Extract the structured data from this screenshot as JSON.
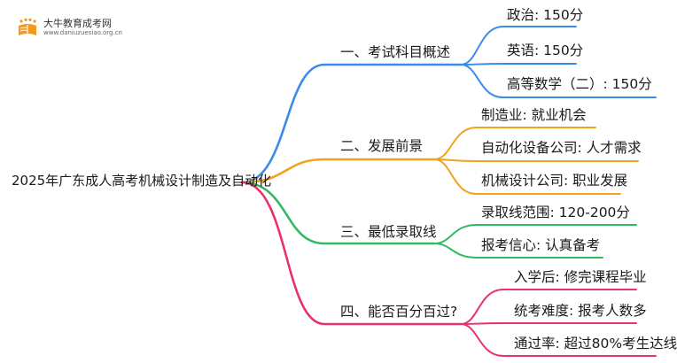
{
  "logo": {
    "title": "大牛教育成考网",
    "url": "www.daniuzuesiao.org.cn"
  },
  "root": "2025年广东成人高考机械设计制造及自动化",
  "branches": [
    {
      "label": "一、考试科目概述",
      "color": "#3b8beb",
      "leaves": [
        "政治: 150分",
        "英语: 150分",
        "高等数学（二）: 150分"
      ]
    },
    {
      "label": "二、发展前景",
      "color": "#f2a31b",
      "leaves": [
        "制造业: 就业机会",
        "自动化设备公司: 人才需求",
        "机械设计公司: 职业发展"
      ]
    },
    {
      "label": "三、最低录取线",
      "color": "#33b864",
      "leaves": [
        "录取线范围: 120-200分",
        "报考信心: 认真备考"
      ]
    },
    {
      "label": "四、能否百分百过?",
      "color": "#e8326b",
      "leaves": [
        "入学后: 修完课程毕业",
        "统考难度: 报考人数多",
        "通过率: 超过80%考生达线"
      ]
    }
  ],
  "colors": {
    "logo_orange": "#f29a1f",
    "logo_gray": "#888888"
  }
}
